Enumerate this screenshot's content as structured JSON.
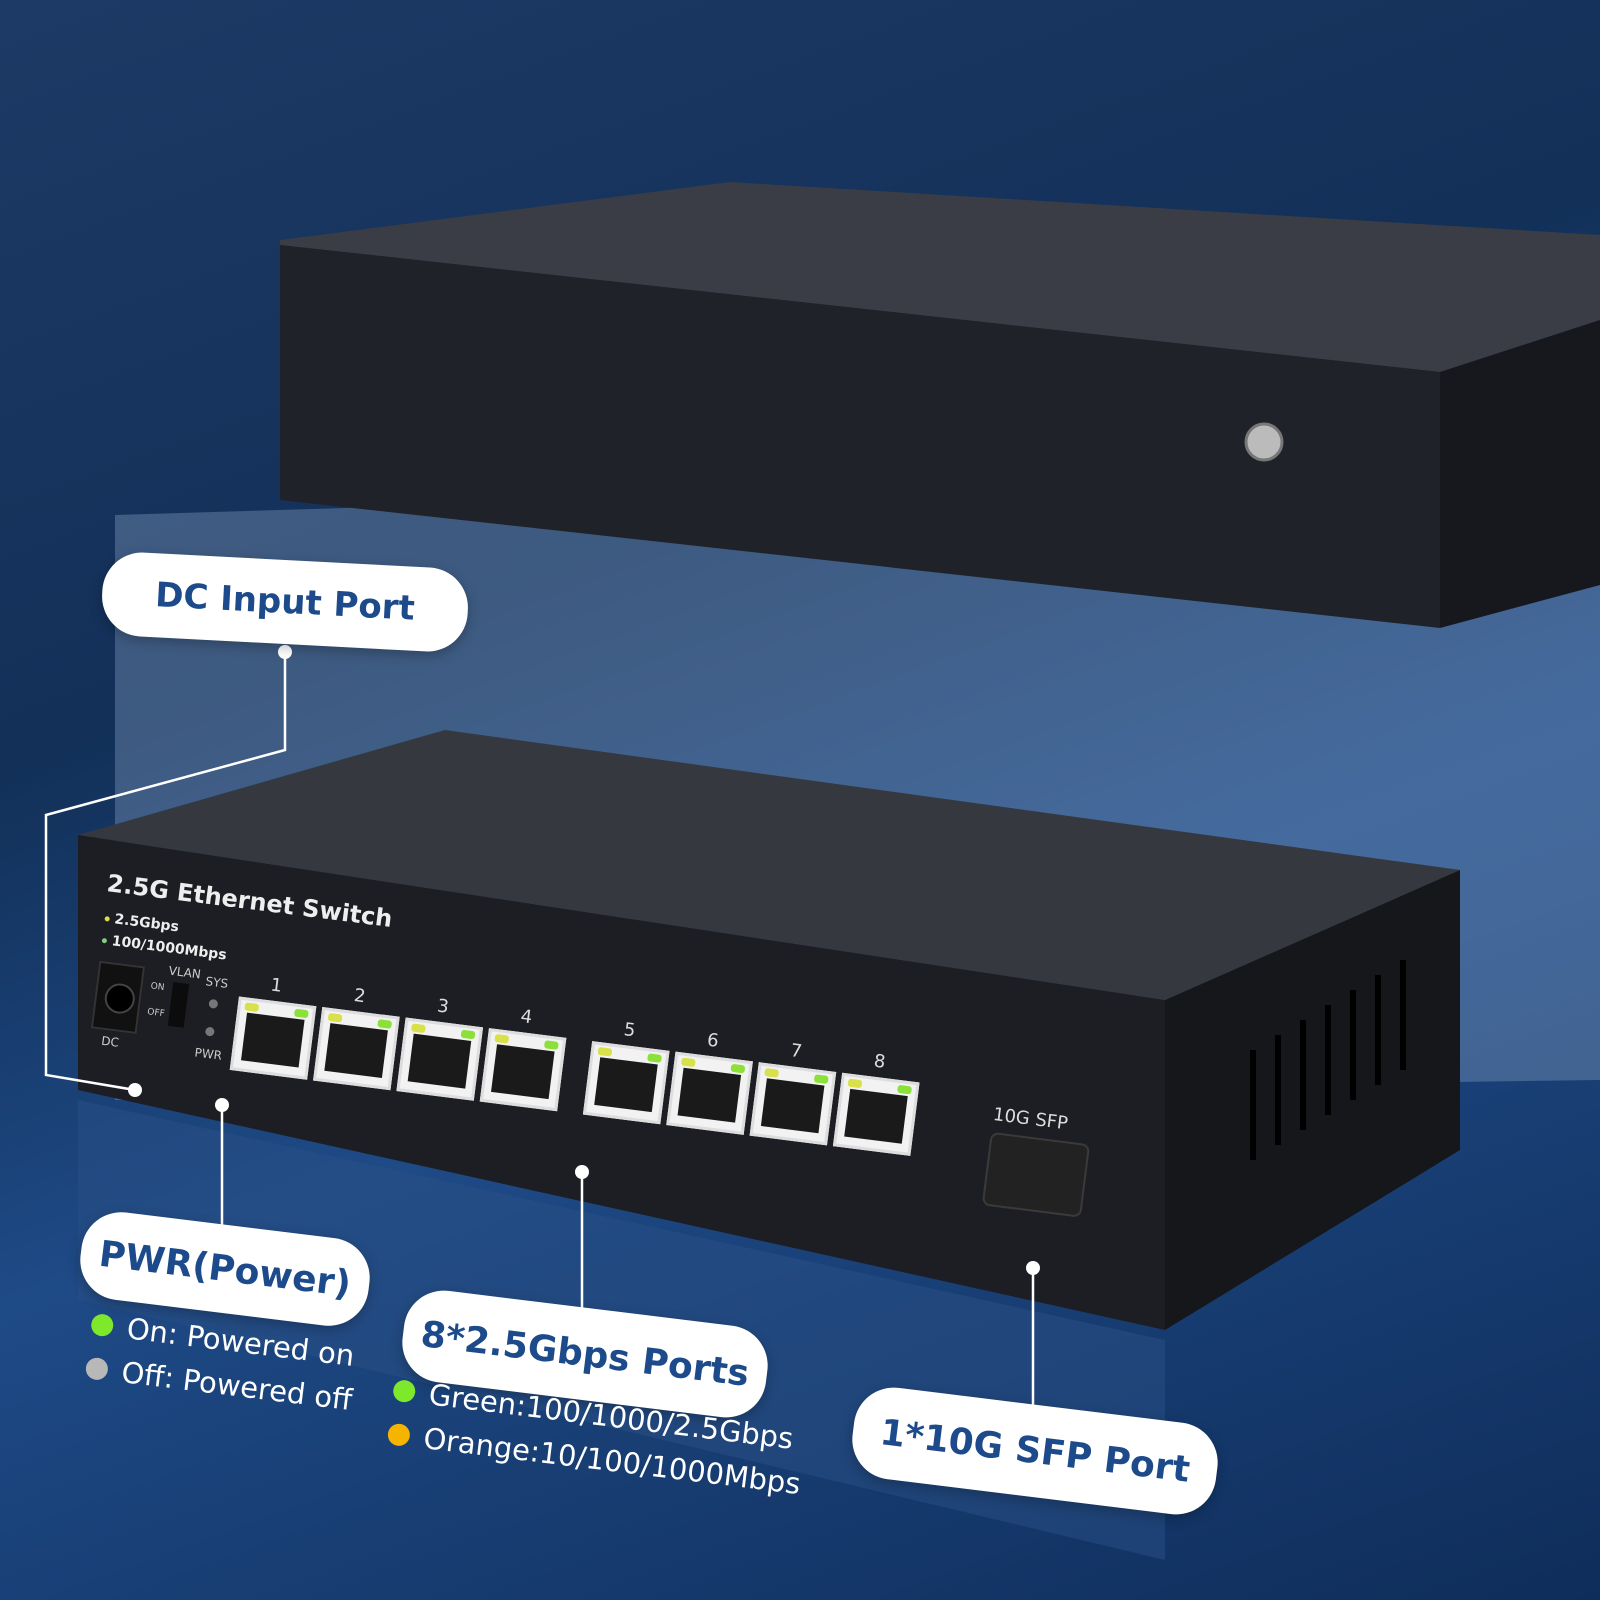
{
  "device": {
    "model_label": "2.5G Ethernet Switch",
    "led_legend": [
      {
        "label": "2.5Gbps",
        "color": "#d8e04a"
      },
      {
        "label": "100/1000Mbps",
        "color": "#7fcf7f"
      }
    ],
    "dc_label": "DC",
    "vlan_label": "VLAN",
    "vlan_on": "ON",
    "vlan_off": "OFF",
    "sys_label": "SYS",
    "pwr_label": "PWR",
    "ports": [
      "1",
      "2",
      "3",
      "4",
      "5",
      "6",
      "7",
      "8"
    ],
    "sfp_label": "10G SFP"
  },
  "callouts": {
    "dc": {
      "title": "DC Input Port"
    },
    "pwr": {
      "title": "PWR(Power)",
      "items": [
        {
          "text": "On: Powered on",
          "color": "#7ee82a"
        },
        {
          "text": "Off: Powered off",
          "color": "#b8b8b8"
        }
      ]
    },
    "ports": {
      "title": "8*2.5Gbps Ports",
      "items": [
        {
          "text": "Green:100/1000/2.5Gbps",
          "color": "#7ee82a"
        },
        {
          "text": "Orange:10/100/1000Mbps",
          "color": "#f5b400"
        }
      ]
    },
    "sfp": {
      "title": "1*10G SFP Port"
    }
  },
  "colors": {
    "accent": "#1c4a8a",
    "chassis": "#2b2e35"
  }
}
